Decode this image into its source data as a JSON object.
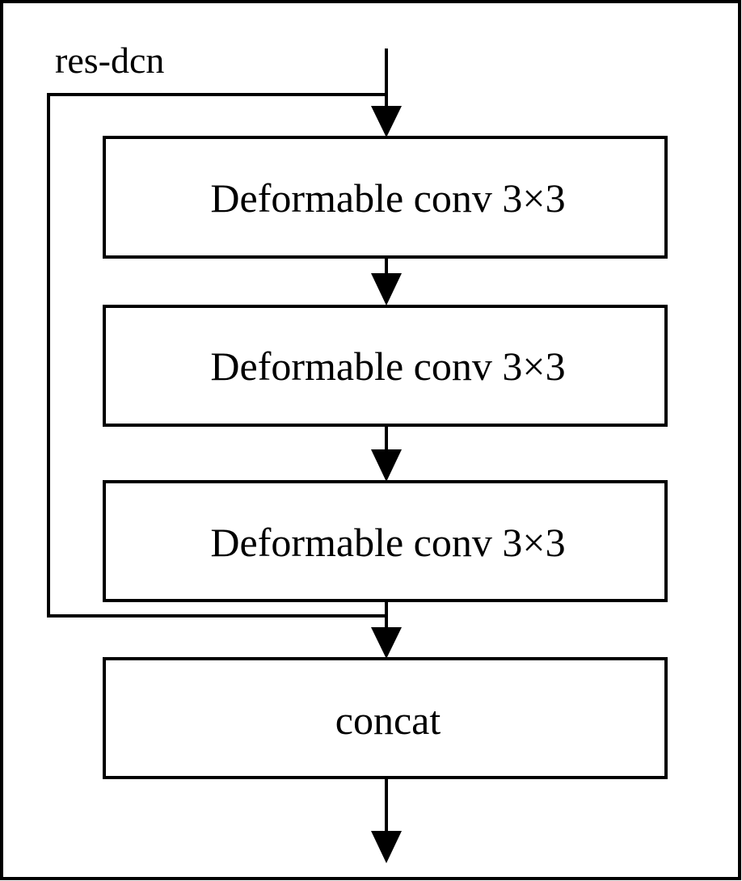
{
  "diagram": {
    "skip_label": "res-dcn",
    "blocks": [
      "Deformable conv 3×3",
      "Deformable conv 3×3",
      "Deformable conv 3×3",
      "concat"
    ]
  }
}
